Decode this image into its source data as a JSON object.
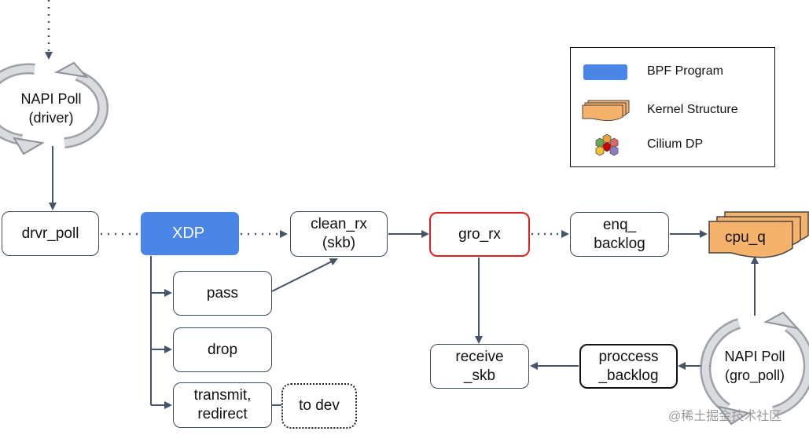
{
  "nodes": {
    "drvr_poll": "drvr_poll",
    "xdp": "XDP",
    "clean_rx": "clean_rx\n(skb)",
    "gro_rx": "gro_rx",
    "enq_backlog": "enq_\nbacklog",
    "cpu_q": "cpu_q",
    "pass": "pass",
    "drop": "drop",
    "transmit_redirect": "transmit,\nredirect",
    "to_dev": "to dev",
    "receive_skb": "receive\n_skb",
    "proccess_backlog": "proccess\n_backlog"
  },
  "napi": {
    "driver": "NAPI Poll\n(driver)",
    "gro_poll": "NAPI Poll\n(gro_poll)"
  },
  "legend": {
    "bpf_program": "BPF Program",
    "kernel_structure": "Kernel Structure",
    "cilium_dp": "Cilium DP"
  },
  "colors": {
    "bpf_blue": "#4a86e8",
    "kernel_orange": "#f6b26b",
    "highlight_red": "#e02020",
    "arrow": "#44546a"
  },
  "watermark": "@稀土掘金技术社区"
}
